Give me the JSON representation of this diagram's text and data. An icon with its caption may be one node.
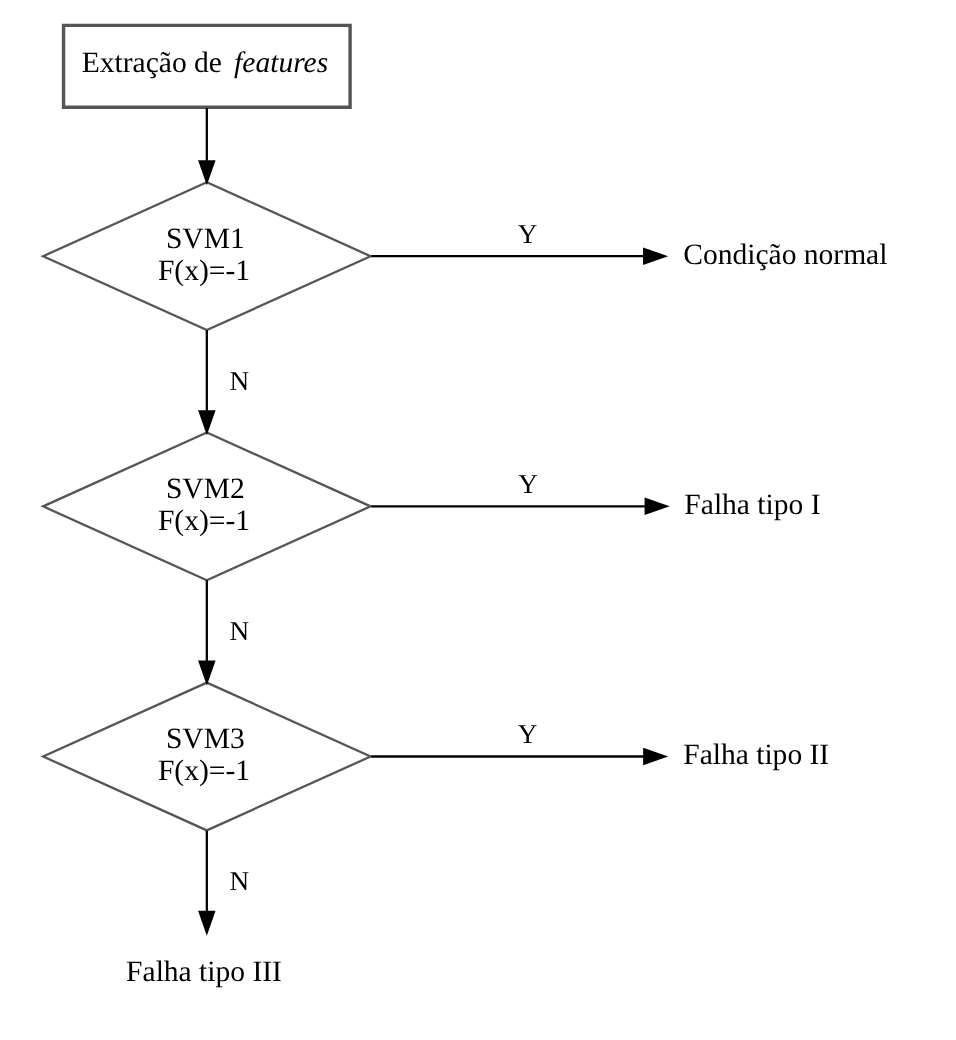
{
  "diagram": {
    "nodes": [
      {
        "text": [
          "Extração de *features*"
        ]
      },
      {
        "text": [
          "SVM1",
          "F(x)=-1"
        ]
      },
      {
        "text": [
          "Condição normal"
        ]
      },
      {
        "text": [
          "SVM2",
          "F(x)=-1"
        ]
      },
      {
        "text": [
          "Falha tipo I"
        ]
      },
      {
        "text": [
          "SVM3",
          "F(x)=-1"
        ]
      },
      {
        "text": [
          "Falha tipo II"
        ]
      },
      {
        "text": [
          "Falha tipo III"
        ]
      }
    ],
    "edges": [
      {
        "from": 0,
        "to": 1,
        "arrow": "to"
      },
      {
        "from": 1,
        "to": 2,
        "arrow": "to",
        "label": "Y"
      },
      {
        "from": 1,
        "to": 3,
        "arrow": "to",
        "label": "N"
      },
      {
        "from": 3,
        "to": 4,
        "arrow": "to",
        "label": "Y"
      },
      {
        "from": 3,
        "to": 5,
        "arrow": "to",
        "label": "N"
      },
      {
        "from": 5,
        "to": 6,
        "arrow": "to",
        "label": "Y"
      },
      {
        "from": 5,
        "to": 7,
        "arrow": "to",
        "label": "N"
      }
    ]
  }
}
